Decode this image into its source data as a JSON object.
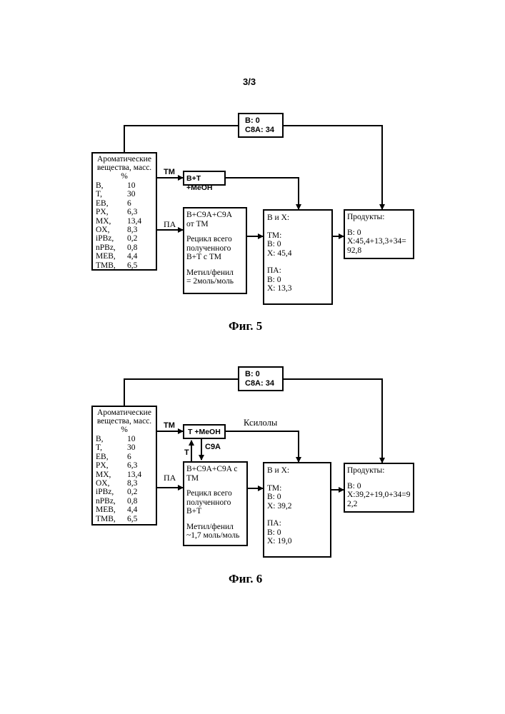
{
  "page_number": "3/3",
  "fig5": {
    "caption": "Фиг. 5",
    "bypass_box": {
      "line1": "B: 0",
      "line2": "C8A: 34"
    },
    "feed_box": {
      "title": "Ароматические вещества, масс. %",
      "rows": [
        {
          "name": "B,",
          "value": "10"
        },
        {
          "name": "T,",
          "value": "30"
        },
        {
          "name": "EB,",
          "value": "6"
        },
        {
          "name": "PX,",
          "value": "6,3"
        },
        {
          "name": "MX,",
          "value": "13,4"
        },
        {
          "name": "OX,",
          "value": "8,3"
        },
        {
          "name": "iPBz,",
          "value": "0,2"
        },
        {
          "name": "nPBz,",
          "value": "0,8"
        },
        {
          "name": "MEB,",
          "value": "4,4"
        },
        {
          "name": "TMB,",
          "value": "6,5"
        }
      ]
    },
    "label_tm": "TM",
    "label_pa": "ПА",
    "tm_reactor_box": "B+T +MeOH",
    "pa_box": {
      "line1": "B+C9A+C9A\nот ТМ",
      "line2": "Рецикл всего\nполученного\nB+T с ТМ",
      "line3": "Метил/фенил\n= 2моль/моль"
    },
    "bx_box": {
      "title": "B и X:",
      "tm": "ТМ:\nB: 0\nX: 45,4",
      "pa": "ПА:\nB: 0\nX: 13,3"
    },
    "products_box": {
      "title": "Продукты:",
      "body": "B: 0\nX:45,4+13,3+34=\n92,8"
    }
  },
  "fig6": {
    "caption": "Фиг. 6",
    "bypass_box": {
      "line1": "B: 0",
      "line2": "C8A: 34"
    },
    "feed_box": {
      "title": "Ароматические вещества, масс. %",
      "rows": [
        {
          "name": "B,",
          "value": "10"
        },
        {
          "name": "T,",
          "value": "30"
        },
        {
          "name": "EB,",
          "value": "6"
        },
        {
          "name": "PX,",
          "value": "6,3"
        },
        {
          "name": "MX,",
          "value": "13,4"
        },
        {
          "name": "OX,",
          "value": "8,3"
        },
        {
          "name": "iPBz,",
          "value": "0,2"
        },
        {
          "name": "nPBz,",
          "value": "0,8"
        },
        {
          "name": "MEB,",
          "value": "4,4"
        },
        {
          "name": "TMB,",
          "value": "6,5"
        }
      ]
    },
    "label_tm": "TM",
    "label_pa": "ПА",
    "label_xylenes": "Ксилолы",
    "label_t": "T",
    "label_c9a": "C9A",
    "tm_reactor_box": "T +MeOH",
    "pa_box": {
      "line1": "B+C9A+C9A с\nТМ",
      "line2": "Рецикл всего\nполученного\nB+T",
      "line3": "Метил/фенил\n~1,7 моль/моль"
    },
    "bx_box": {
      "title": "B и X:",
      "tm": "ТМ:\nB: 0\nX: 39,2",
      "pa": "ПА:\nB: 0\nX: 19,0"
    },
    "products_box": {
      "title": "Продукты:",
      "body": "B: 0\nX:39,2+19,0+34=9\n2,2"
    }
  }
}
